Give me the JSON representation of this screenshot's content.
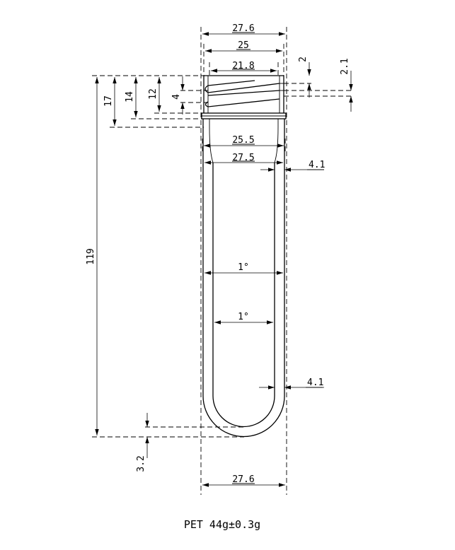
{
  "dimensions": {
    "top_outer_width": "27.6",
    "thread_width": "25",
    "bore_width": "21.8",
    "thread_pitch_small": "2",
    "thread_pitch_large": "2.1",
    "height_17": "17",
    "height_14": "14",
    "height_12": "12",
    "thread_4": "4",
    "neck_width": "25.5",
    "body_width": "27.5",
    "wall_top": "4.1",
    "taper_outer": "1°",
    "taper_inner": "1°",
    "wall_bottom": "4.1",
    "total_length": "119",
    "bottom_thickness": "3.2",
    "bottom_outer_width": "27.6"
  },
  "caption": "PET 44g±0.3g"
}
